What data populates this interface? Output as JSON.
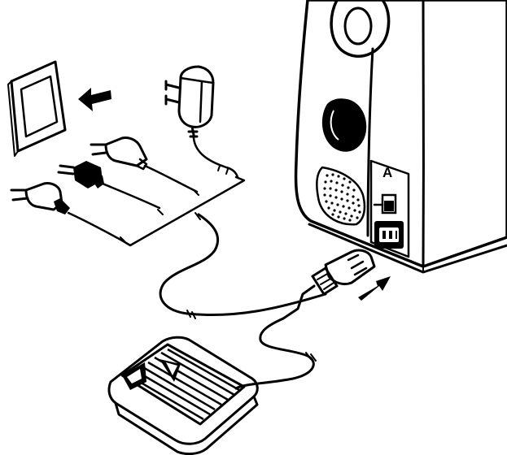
{
  "illustration": {
    "machine_label": "A",
    "colors": {
      "ink": "#000000",
      "paper": "#ffffff"
    },
    "parts": [
      "sewing-machine-body",
      "wall-outlet",
      "insert-arrow-icon",
      "ac-adapter",
      "plug-eu-two-pin",
      "plug-us-two-prong",
      "plug-two-pin-with-strain-relief",
      "power-cord",
      "machine-socket",
      "cord-connector",
      "foot-controller"
    ]
  }
}
